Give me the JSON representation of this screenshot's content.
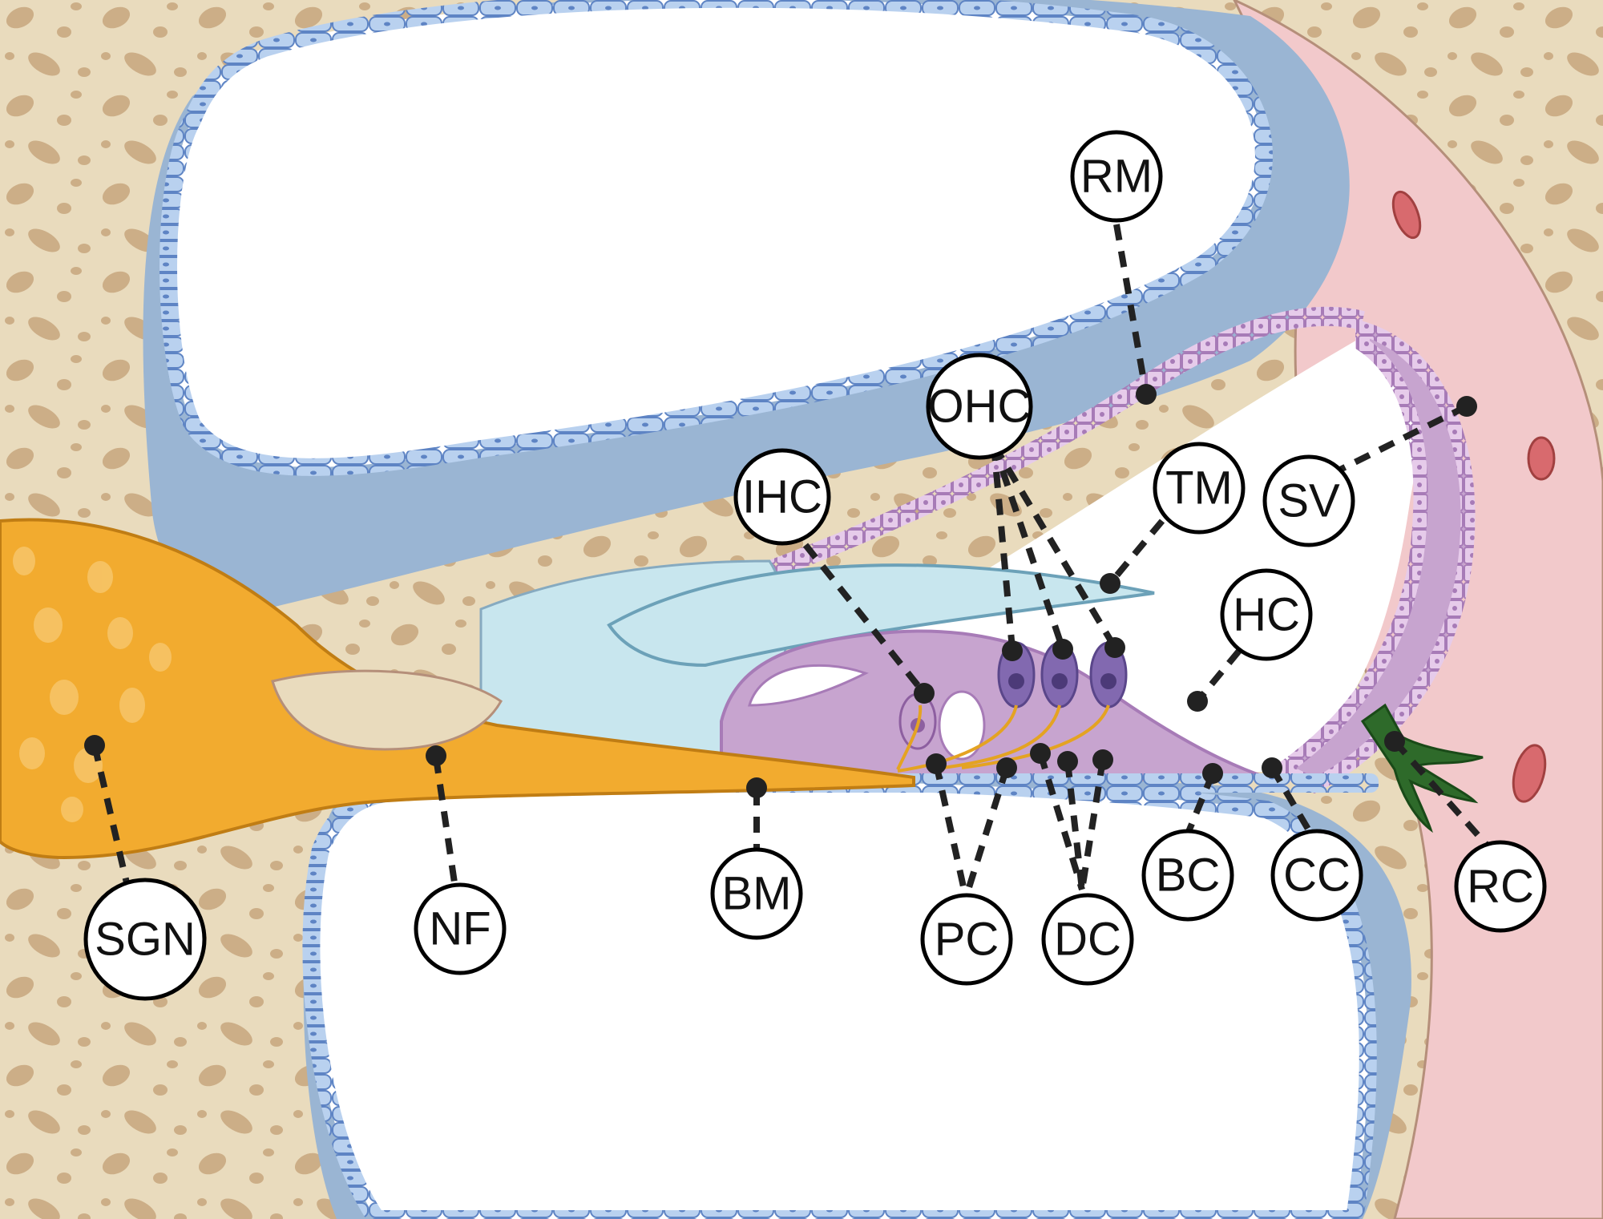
{
  "colors": {
    "bone": "#e9dbbd",
    "bone_pore": "#c9a981",
    "ligament": "#f2c9cb",
    "duct_wall": "#9ab5d3",
    "epithelium": "#b9d1ef",
    "epithelium_edge": "#5e84c4",
    "organ": "#c7a4cf",
    "organ_edge": "#a77bb7",
    "tectorial": "#c8e6ee",
    "nerve": "#f2ab2f",
    "outer_hair_cell": "#8269b0",
    "root_cell": "#2e6a2a",
    "blood_vessel": "#d86a6e",
    "leader": "#222222"
  },
  "labels": [
    {
      "id": "rm",
      "text": "RM"
    },
    {
      "id": "ohc",
      "text": "OHC"
    },
    {
      "id": "ihc",
      "text": "IHC"
    },
    {
      "id": "tm",
      "text": "TM"
    },
    {
      "id": "sv",
      "text": "SV"
    },
    {
      "id": "hc",
      "text": "HC"
    },
    {
      "id": "sgn",
      "text": "SGN"
    },
    {
      "id": "nf",
      "text": "NF"
    },
    {
      "id": "bm",
      "text": "BM"
    },
    {
      "id": "pc",
      "text": "PC"
    },
    {
      "id": "dc",
      "text": "DC"
    },
    {
      "id": "bc",
      "text": "BC"
    },
    {
      "id": "cc",
      "text": "CC"
    },
    {
      "id": "rc",
      "text": "RC"
    }
  ]
}
